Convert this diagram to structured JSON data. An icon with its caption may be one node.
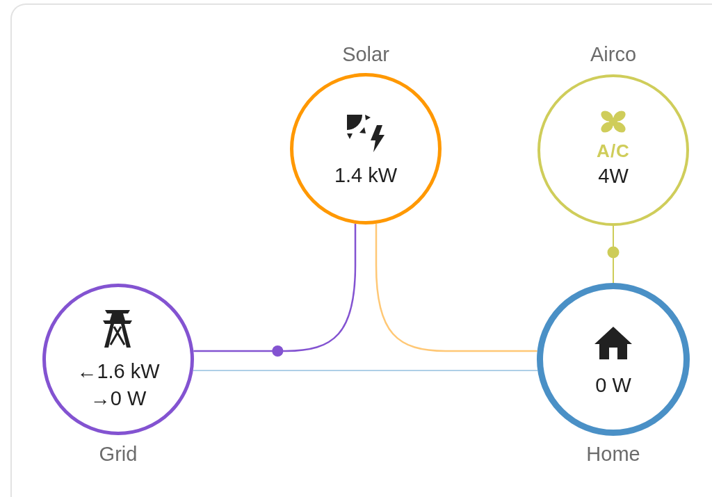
{
  "diagram": {
    "nodes": [
      {
        "text": [
          "Solar",
          "1.4 kW"
        ]
      },
      {
        "text": [
          "Airco",
          "A/C",
          "4W"
        ]
      },
      {
        "text": [
          "←1.6 kW",
          "→0 W",
          "Grid"
        ]
      },
      {
        "text": [
          "0 W",
          "Home"
        ]
      }
    ],
    "edges": [
      {
        "from": 0,
        "to": 2,
        "arrow": "none",
        "color": "#8353d1"
      },
      {
        "from": 0,
        "to": 3,
        "arrow": "none",
        "color": "#ffc876"
      },
      {
        "from": 2,
        "to": 3,
        "arrow": "none",
        "color": "#93bfdf"
      },
      {
        "from": 1,
        "to": 3,
        "arrow": "none",
        "color": "#cdcc58"
      }
    ]
  }
}
